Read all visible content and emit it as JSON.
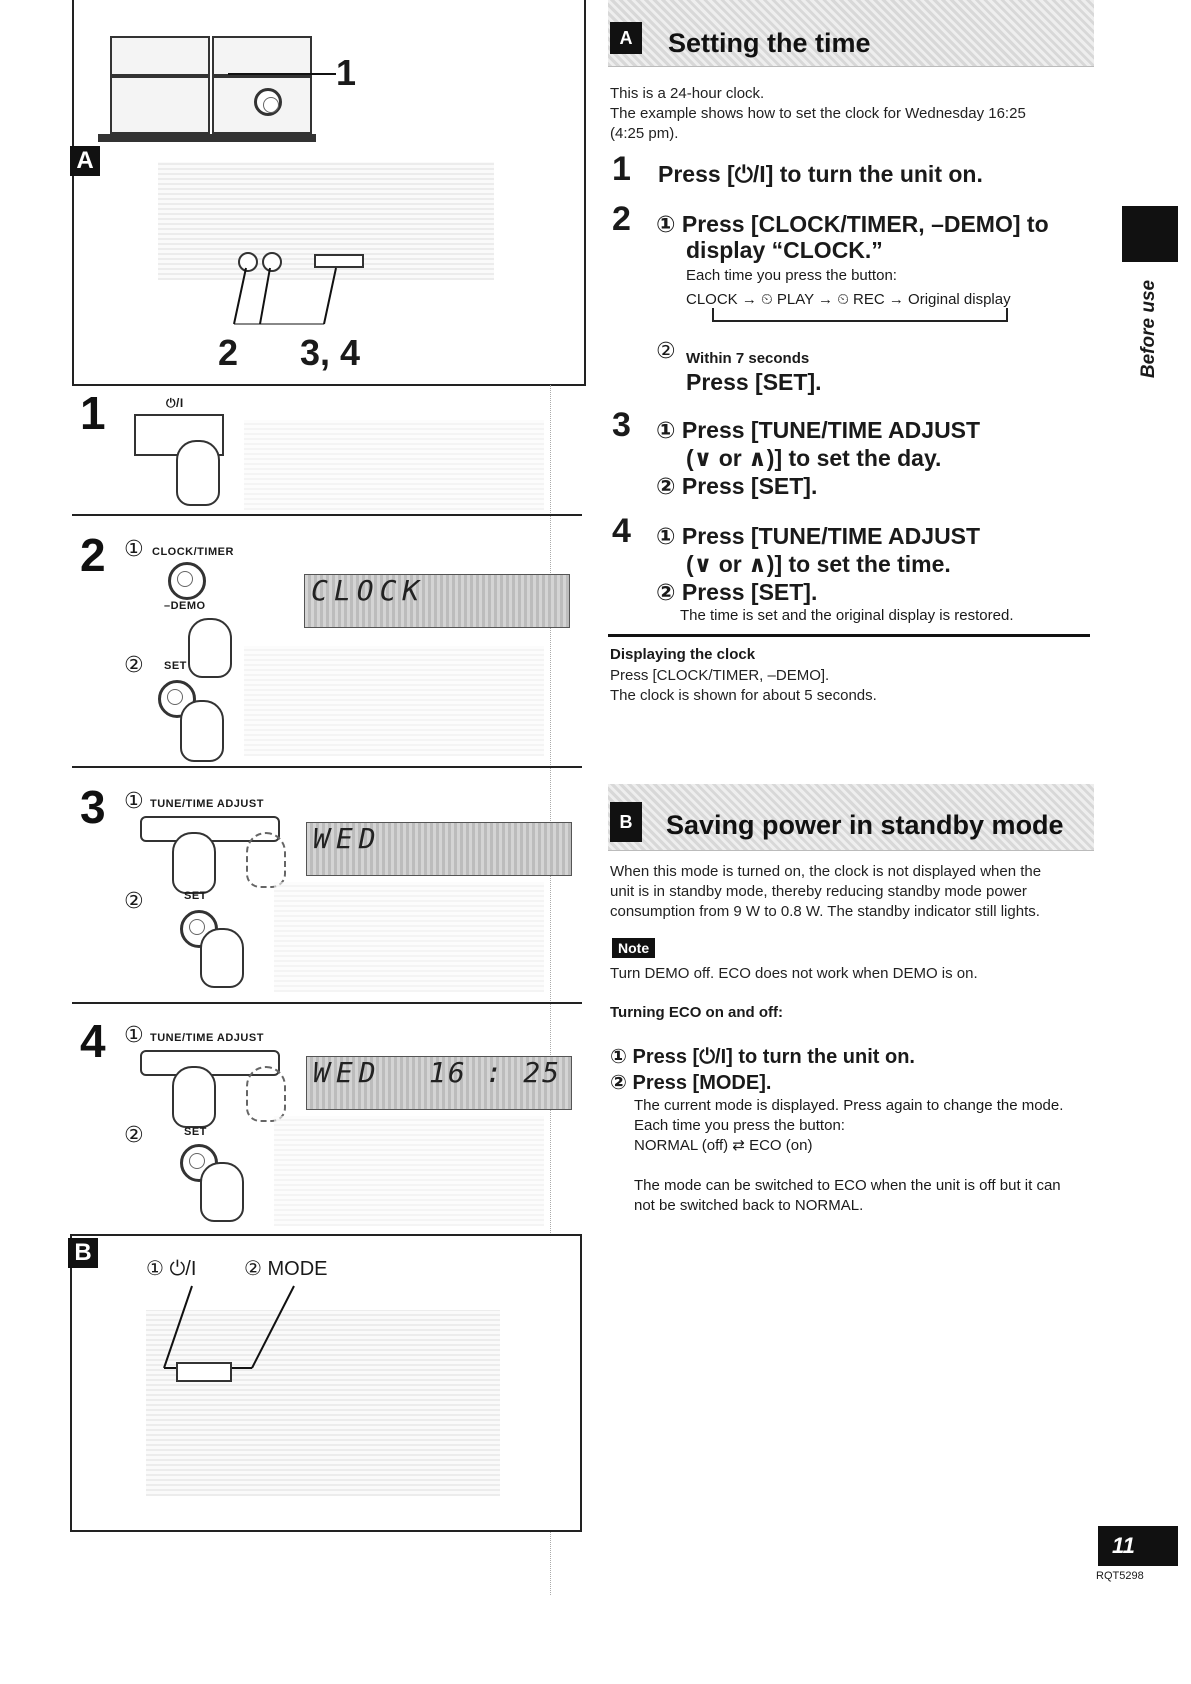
{
  "figure": {
    "device_pointer": "1",
    "panel_a_tag": "A",
    "panel_a_pointers": [
      "2",
      "3, 4"
    ],
    "step1": {
      "num": "1",
      "power_label": "⏻/I"
    },
    "step2": {
      "num": "2",
      "c1": "①",
      "clock_label": "CLOCK/TIMER",
      "demo_label": "–DEMO",
      "c2": "②",
      "set_label": "SET",
      "lcd": "CLOCK"
    },
    "step3": {
      "num": "3",
      "c1": "①",
      "tune_label": "TUNE/TIME ADJUST",
      "c2": "②",
      "set_label": "SET",
      "lcd": "WED"
    },
    "step4": {
      "num": "4",
      "c1": "①",
      "tune_label": "TUNE/TIME ADJUST",
      "c2": "②",
      "set_label": "SET",
      "lcd": "WED",
      "lcd_time": "16 : 25"
    },
    "panel_b": {
      "tag": "B",
      "power": "① ⏻/I",
      "mode": "② MODE"
    }
  },
  "section_a": {
    "tag": "A",
    "title": "Setting the time",
    "intro1": "This is a 24-hour clock.",
    "intro2": "The example shows how to set the clock for Wednesday 16:25",
    "intro3": "(4:25 pm).",
    "step1": {
      "num": "1",
      "text": "Press [⏻/I] to turn the unit on."
    },
    "step2": {
      "num": "2",
      "line1": "① Press [CLOCK/TIMER, –DEMO] to",
      "line2": "display “CLOCK.”",
      "each_time": "Each time you press the button:",
      "cycle": "CLOCK → ⏲ PLAY → ⏲ REC → Original display",
      "within_prefix": "②",
      "within": "Within 7 seconds",
      "press_set": "Press [SET]."
    },
    "step3": {
      "num": "3",
      "line1": "① Press [TUNE/TIME ADJUST",
      "line2": "(∨ or ∧)] to set the day.",
      "line3": "② Press [SET]."
    },
    "step4": {
      "num": "4",
      "line1": "① Press [TUNE/TIME ADJUST",
      "line2": "(∨ or ∧)] to set the time.",
      "line3": "② Press [SET].",
      "result": "The time is set and the original display is restored."
    },
    "displaying": {
      "head": "Displaying the clock",
      "l1": "Press [CLOCK/TIMER, –DEMO].",
      "l2": "The clock is shown for about 5 seconds."
    }
  },
  "section_b": {
    "tag": "B",
    "title": "Saving power in standby mode",
    "p1": "When this mode is turned on, the clock is not displayed when the",
    "p2": "unit is in standby mode, thereby reducing standby mode power",
    "p3": "consumption from 9 W to 0.8 W. The standby indicator still lights.",
    "note_tag": "Note",
    "note": "Turn DEMO off. ECO does not work when DEMO is on.",
    "turning": "Turning ECO on and off:",
    "s1": "① Press [⏻/I] to turn the unit on.",
    "s2": "② Press [MODE].",
    "d1": "The current mode is displayed. Press again to change the mode.",
    "d2": "Each time you press the button:",
    "d3": "NORMAL (off) ⇄ ECO (on)",
    "d4": "The mode can be switched to ECO when the unit is off but it can",
    "d5": "not be switched back to NORMAL."
  },
  "side": {
    "tab": "Before use"
  },
  "footer": {
    "page": "11",
    "code": "RQT5298"
  }
}
